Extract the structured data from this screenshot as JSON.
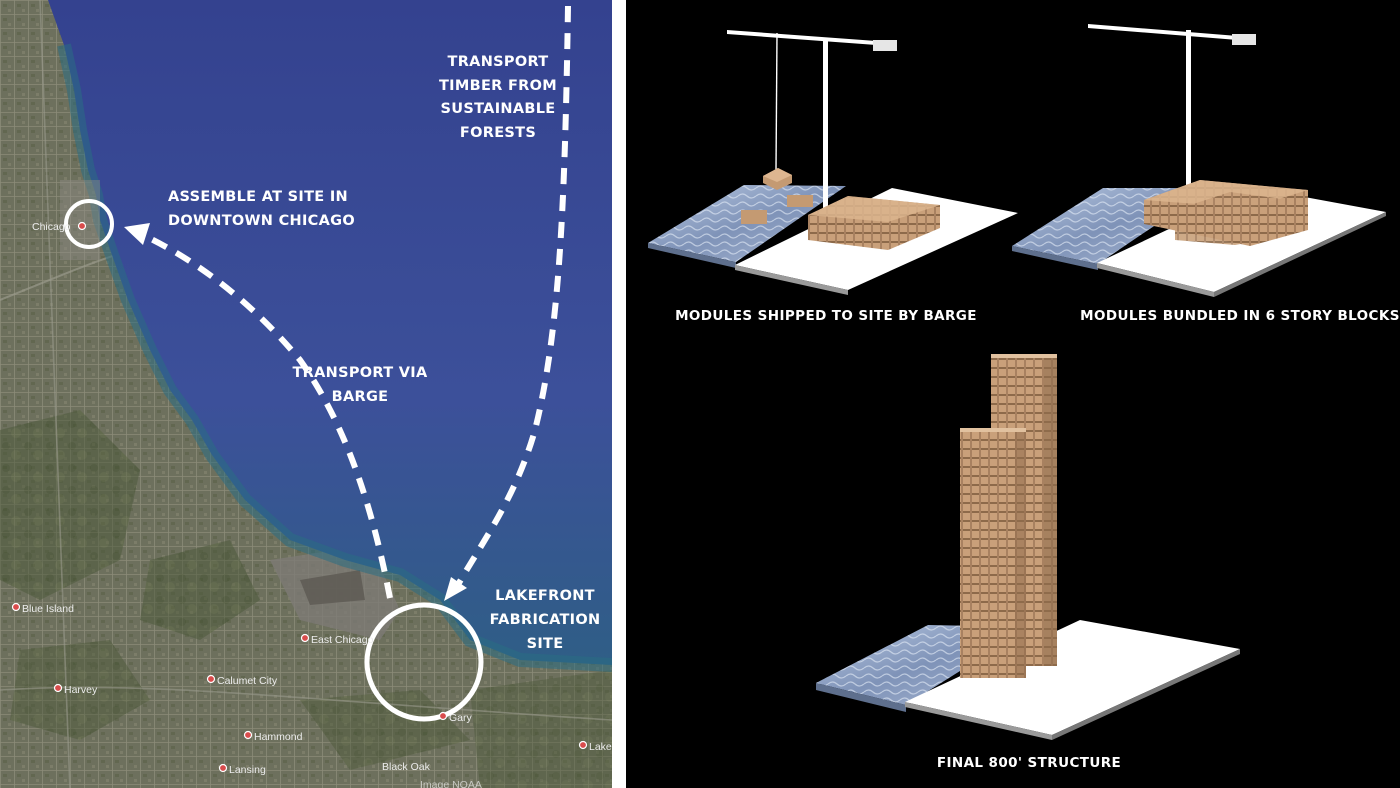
{
  "map": {
    "labels": {
      "transport_timber": [
        "TRANSPORT",
        "TIMBER FROM",
        "SUSTAINABLE",
        "FORESTS"
      ],
      "assemble": [
        "ASSEMBLE AT SITE IN",
        "DOWNTOWN CHICAGO"
      ],
      "transport_barge": [
        "TRANSPORT VIA",
        "BARGE"
      ],
      "lakefront": [
        "LAKEFRONT",
        "FABRICATION",
        "SITE"
      ]
    },
    "cities": {
      "chicago": "Chicago",
      "blue_island": "Blue Island",
      "east_chicago": "East Chicago",
      "harvey": "Harvey",
      "calumet_city": "Calumet City",
      "hammond": "Hammond",
      "gary": "Gary",
      "lansing": "Lansing",
      "black_oak": "Black Oak",
      "lake_station": "Lake St",
      "imagery_credit": "Image NOAA"
    },
    "colors": {
      "lake": "#3b4f9a",
      "land": "#6a6e5c",
      "annotation": "#ffffff"
    }
  },
  "renders": {
    "captions": {
      "barge": "MODULES SHIPPED TO SITE BY BARGE",
      "bundled": "MODULES BUNDLED IN 6 STORY BLOCKS",
      "final": "FINAL 800' STRUCTURE"
    },
    "colors": {
      "background": "#000000",
      "timber": "#c79a6e",
      "water": "#8ea3c4",
      "ground": "#ffffff"
    }
  }
}
